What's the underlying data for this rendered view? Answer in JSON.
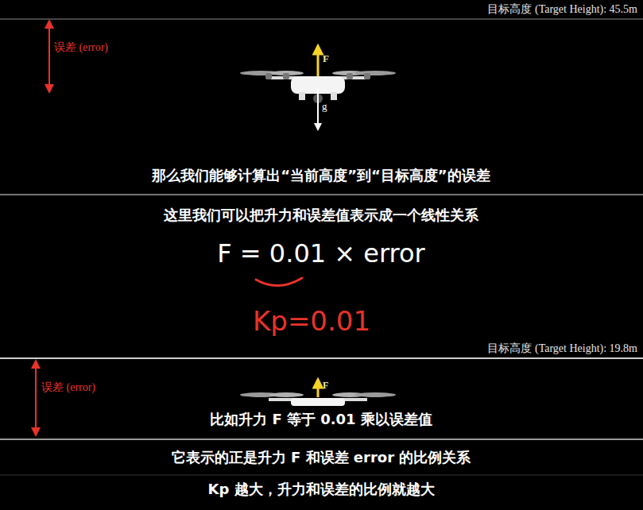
{
  "diagram": {
    "labels": [
      "目标高度 (Target Height): 45.5m",
      "误差 (error)",
      "F",
      "g",
      "那么我们能够计算出“当前高度”到“目标高度”的误差",
      "这里我们可以把升力和误差值表示成一个线性关系",
      "F = 0.01 × error",
      "Kp=0.01",
      "目标高度 (Target Height): 19.8m",
      "误差 (error)",
      "F",
      "比如升力 F 等于 0.01 乘以误差值",
      "它表示的正是升力 F 和误差 error 的比例关系",
      "Kp 越大，升力和误差的比例就越大"
    ]
  }
}
